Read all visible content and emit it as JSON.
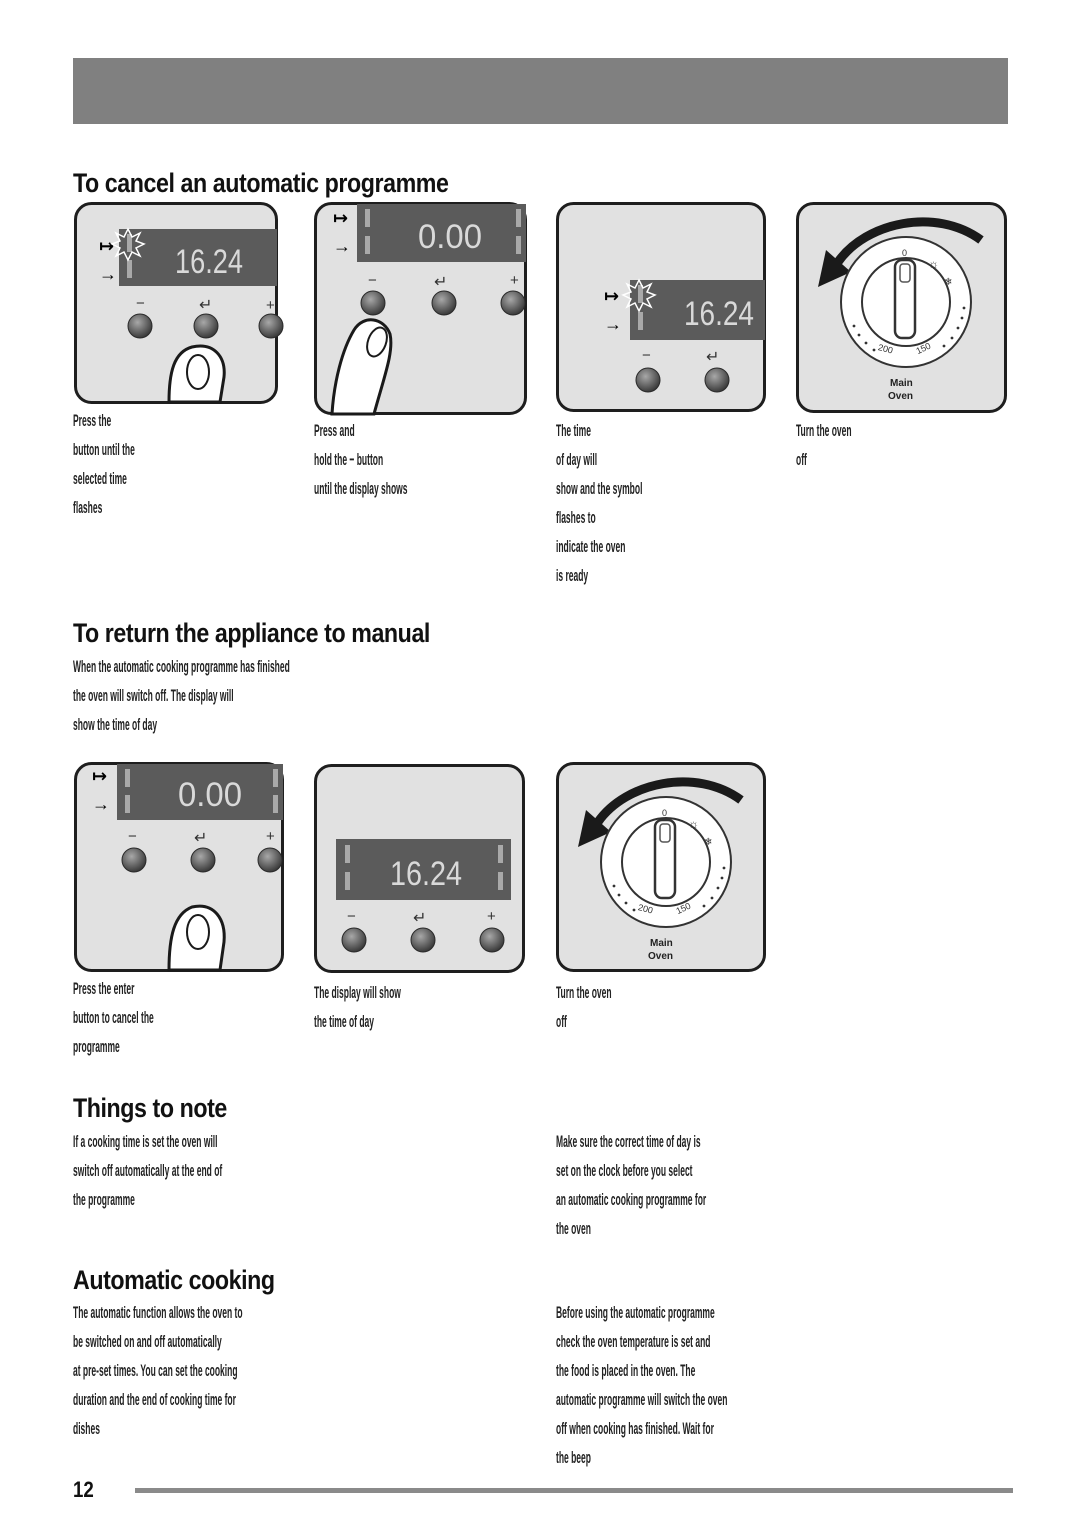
{
  "sections": {
    "cancel": {
      "title": "To cancel an automatic programme"
    },
    "manual": {
      "title": "To return the appliance to manual"
    },
    "notes": {
      "title": "Things to note"
    },
    "auto": {
      "title": "Automatic cooking"
    }
  },
  "displays": {
    "time": "16.24",
    "zero": "0.00"
  },
  "buttons": {
    "minus": "−",
    "enter": "↵",
    "plus": "+"
  },
  "indicators": {
    "cook_time": "↦",
    "end_time": "→"
  },
  "dial": {
    "scale_zero": "0",
    "scale_200": "200",
    "scale_150": "150",
    "label_line1": "Main",
    "label_line2": "Oven"
  },
  "blurred_text": {
    "cancel_1": [
      "Press the",
      "button until the",
      "selected time",
      "flashes"
    ],
    "cancel_2": [
      "Press and",
      "hold the − button",
      "until the display shows"
    ],
    "cancel_3": [
      "The time",
      "of day will",
      "show and the symbol",
      "flashes to",
      "indicate the oven",
      "is ready"
    ],
    "cancel_4": [
      "Turn the oven",
      "off"
    ],
    "manual_intro": [
      "When the automatic cooking programme has finished",
      "the oven will switch off. The display will",
      "show the time of day"
    ],
    "manual_1": [
      "Press the enter",
      "button to cancel the",
      "programme"
    ],
    "manual_2": [
      "The display will show",
      "the time of day"
    ],
    "manual_3": [
      "Turn the oven",
      "off"
    ],
    "notes_left": [
      "If a cooking time is set the oven will",
      "switch off automatically at the end of",
      "the programme"
    ],
    "notes_right": [
      "Make sure the correct time of day is",
      "set on the clock before you select",
      "an automatic cooking programme for",
      "the oven"
    ],
    "auto_left": [
      "The automatic function allows the oven to",
      "be switched on and off automatically",
      "at pre-set times. You can set the cooking",
      "duration and the end of cooking time for",
      "dishes"
    ],
    "auto_right": [
      "Before using the automatic programme",
      "check the oven temperature is set and",
      "the food is placed in the oven. The",
      "automatic programme will switch the oven",
      "off when cooking has finished. Wait for",
      "the beep"
    ]
  },
  "page": {
    "number": "12"
  },
  "colors": {
    "panel_bg": "#e1e1e1",
    "lcd_bg": "#5b5b5b",
    "lcd_text": "#d9d9d9",
    "band": "#808080"
  }
}
